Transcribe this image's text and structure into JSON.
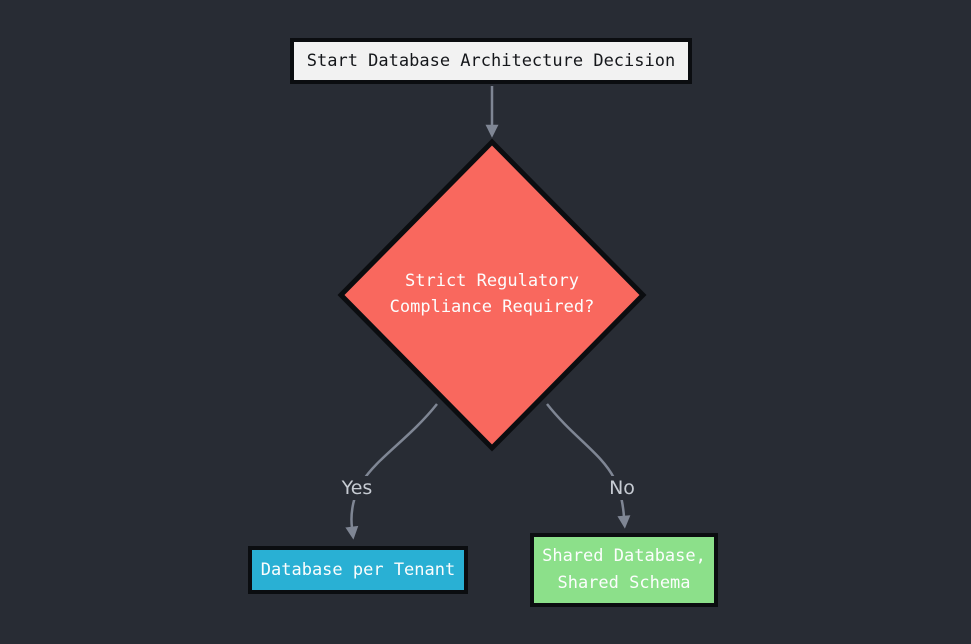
{
  "colors": {
    "background": "#282c34",
    "node_border": "#0b0d10",
    "edge_line": "#7f8694",
    "edge_label_text": "#c6cbd2",
    "start_fill": "#f2f2f2",
    "start_text": "#15171b",
    "decision_fill": "#f9685e",
    "decision_text": "#fcfdfd",
    "yes_result_fill": "#29b0d4",
    "no_result_fill": "#8ce08a",
    "result_text": "#fcfdfd"
  },
  "nodes": {
    "start": {
      "label": "Start Database Architecture Decision"
    },
    "decision": {
      "line1": "Strict Regulatory",
      "line2": "Compliance Required?"
    },
    "yes_result": {
      "label": "Database per Tenant"
    },
    "no_result": {
      "line1": "Shared Database,",
      "line2": "Shared Schema"
    }
  },
  "edges": {
    "yes": {
      "label": "Yes"
    },
    "no": {
      "label": "No"
    }
  }
}
